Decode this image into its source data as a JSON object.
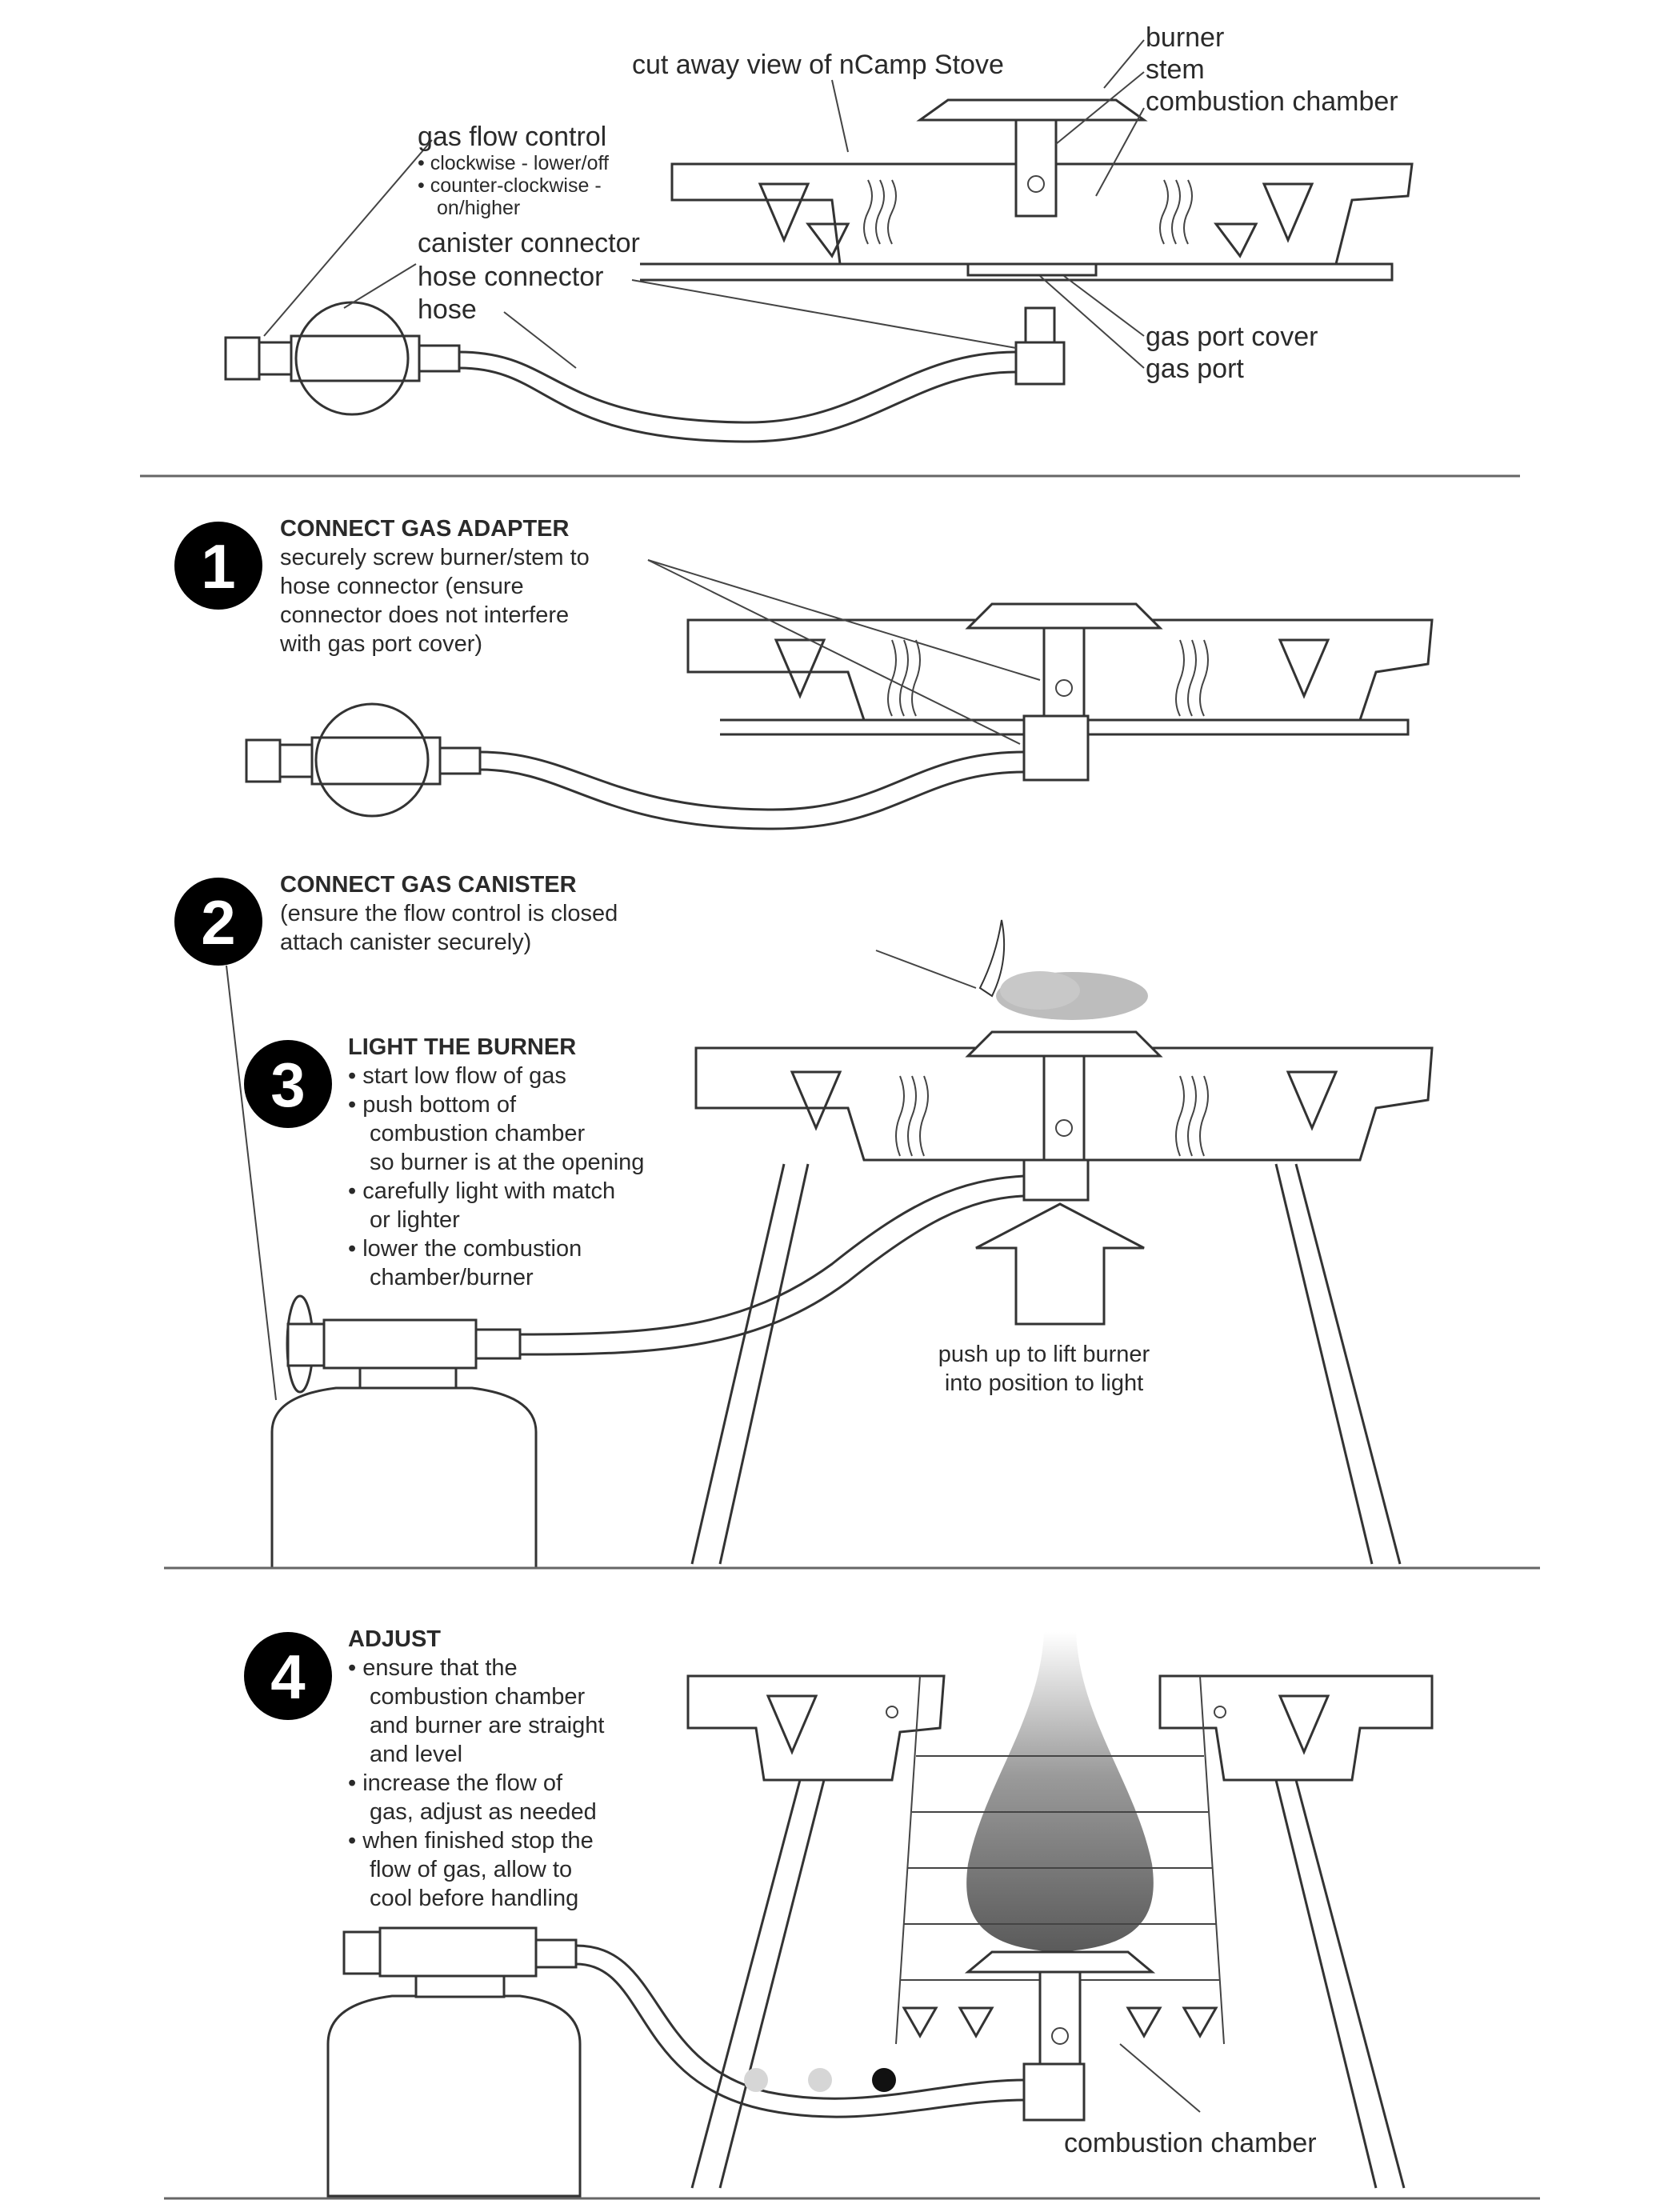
{
  "header": {
    "caption": "cut away view of nCamp Stove",
    "labels": {
      "burner": "burner",
      "stem": "stem",
      "combustion_chamber": "combustion chamber",
      "gas_flow_control": "gas flow control",
      "flow_note_1": "• clockwise - lower/off",
      "flow_note_2": "• counter-clockwise -",
      "flow_note_3": "on/higher",
      "canister_connector": "canister connector",
      "hose_connector": "hose connector",
      "hose": "hose",
      "gas_port_cover": "gas port cover",
      "gas_port": "gas port"
    }
  },
  "steps": [
    {
      "number": "1",
      "title": "CONNECT GAS ADAPTER",
      "lines": [
        "securely screw burner/stem to",
        "hose connector (ensure",
        "connector does not interfere",
        "with gas port cover)"
      ]
    },
    {
      "number": "2",
      "title": "CONNECT GAS CANISTER",
      "lines": [
        "(ensure the flow control is closed",
        "attach canister securely)"
      ]
    },
    {
      "number": "3",
      "title": "LIGHT THE BURNER",
      "lines": [
        "• start low flow of gas",
        "• push bottom of",
        "combustion chamber",
        "so burner is at the opening",
        "• carefully light with match",
        "or lighter",
        "• lower the combustion",
        "chamber/burner"
      ],
      "callout": [
        "push up to lift burner",
        "into position to light"
      ]
    },
    {
      "number": "4",
      "title": "ADJUST",
      "lines": [
        "• ensure that the",
        "combustion chamber",
        "and burner are straight",
        "and level",
        "• increase the flow of",
        "gas, adjust as needed",
        "• when finished stop the",
        "flow of gas, allow to",
        "cool before handling"
      ],
      "callout": [
        "combustion chamber"
      ]
    }
  ]
}
